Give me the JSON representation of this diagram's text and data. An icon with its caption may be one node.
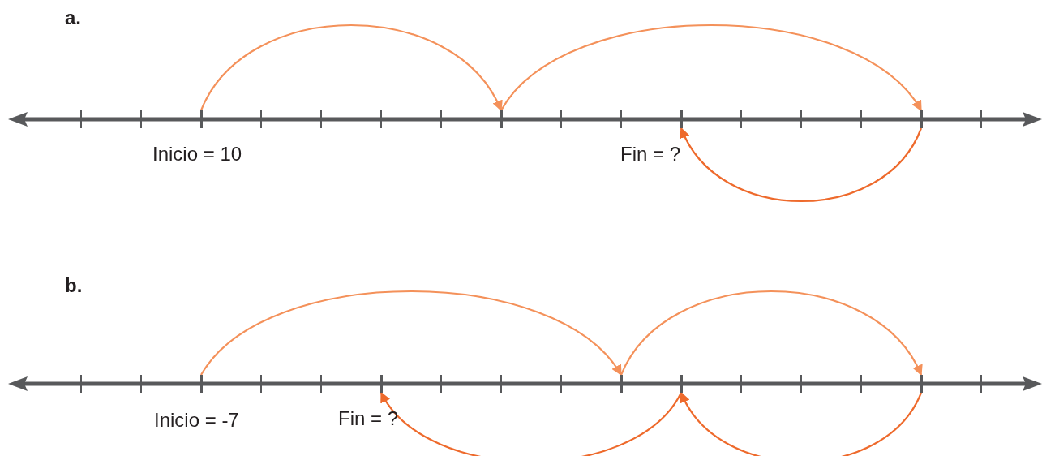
{
  "diagram": {
    "nodes": [
      {
        "text": [],
        "shape": "bar",
        "beside": [
          "Inicio = 10"
        ]
      },
      {
        "text": [],
        "shape": "bar"
      },
      {
        "text": [],
        "shape": "bar",
        "beside": [
          "Fin = ?"
        ]
      },
      {
        "text": [],
        "shape": "bar"
      },
      {
        "text": [],
        "shape": "bar",
        "beside": [
          "Inicio = -7"
        ]
      },
      {
        "text": [],
        "shape": "bar",
        "beside": [
          "Fin = ?"
        ]
      },
      {
        "text": [],
        "shape": "bar"
      },
      {
        "text": [],
        "shape": "bar"
      },
      {
        "text": [],
        "shape": "bar"
      }
    ],
    "edges": [
      {
        "from": 0,
        "to": 1,
        "arrow": "to"
      },
      {
        "from": 1,
        "to": 3,
        "arrow": "to"
      },
      {
        "from": 3,
        "to": 2,
        "arrow": "to",
        "color": "#ee6a2c"
      },
      {
        "from": 4,
        "to": 6,
        "arrow": "to"
      },
      {
        "from": 6,
        "to": 8,
        "arrow": "to"
      },
      {
        "from": 8,
        "to": 7,
        "arrow": "to",
        "color": "#ee6a2c"
      },
      {
        "from": 7,
        "to": 5,
        "arrow": "to",
        "color": "#ee6a2c"
      }
    ],
    "labels": [
      "a.",
      "b."
    ]
  }
}
